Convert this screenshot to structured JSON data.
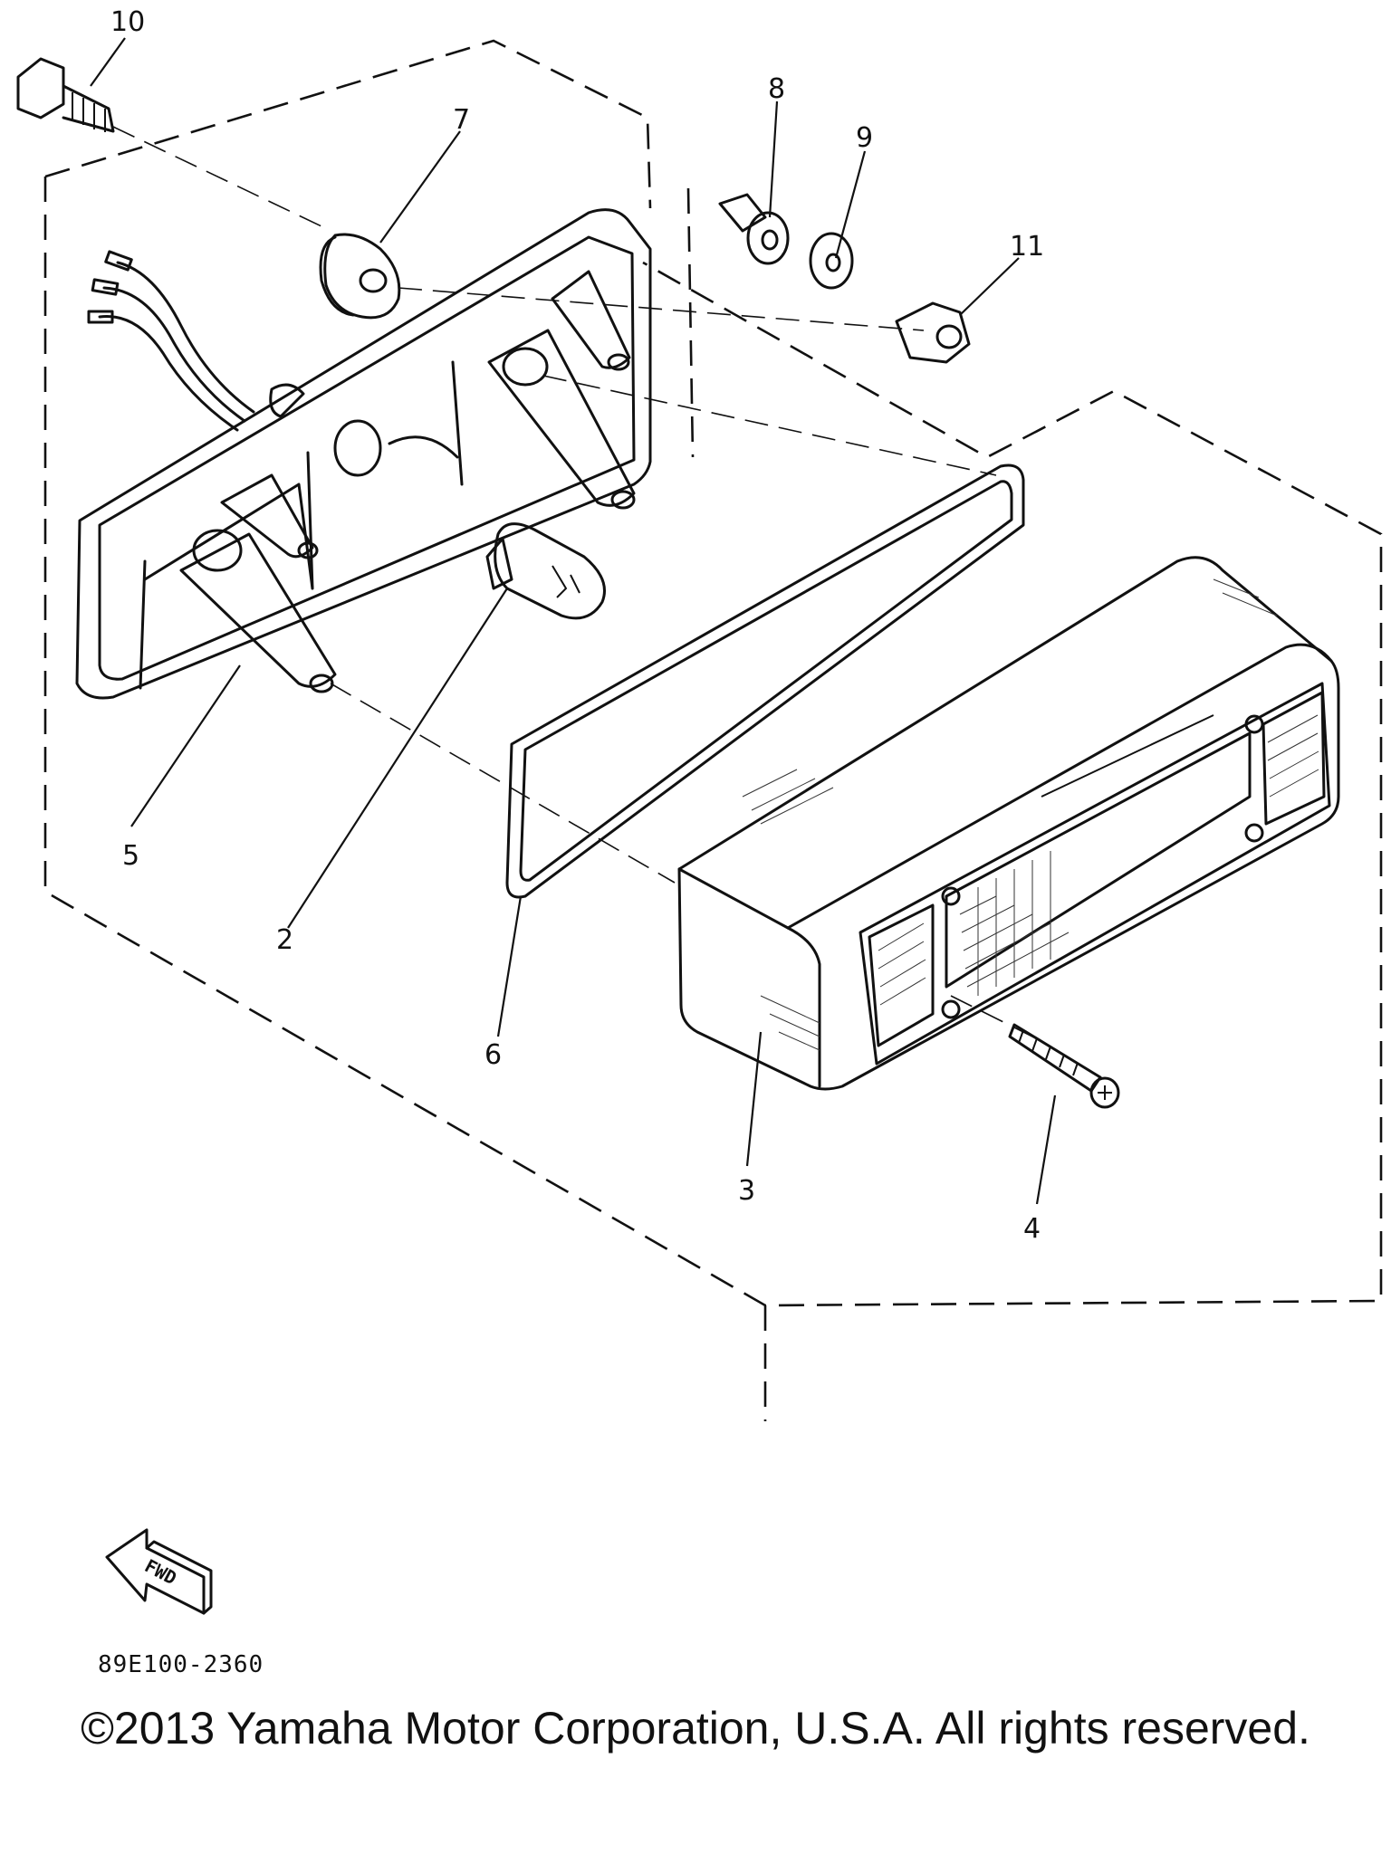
{
  "diagram": {
    "callouts": [
      {
        "id": "10",
        "label": "10"
      },
      {
        "id": "7",
        "label": "7"
      },
      {
        "id": "8",
        "label": "8"
      },
      {
        "id": "9",
        "label": "9"
      },
      {
        "id": "11",
        "label": "11"
      },
      {
        "id": "5",
        "label": "5"
      },
      {
        "id": "2",
        "label": "2"
      },
      {
        "id": "6",
        "label": "6"
      },
      {
        "id": "3",
        "label": "3"
      },
      {
        "id": "4",
        "label": "4"
      }
    ],
    "fwd_label": "FWD",
    "document_number": "89E100-2360",
    "copyright": "©2013 Yamaha Motor Corporation, U.S.A. All rights reserved."
  }
}
